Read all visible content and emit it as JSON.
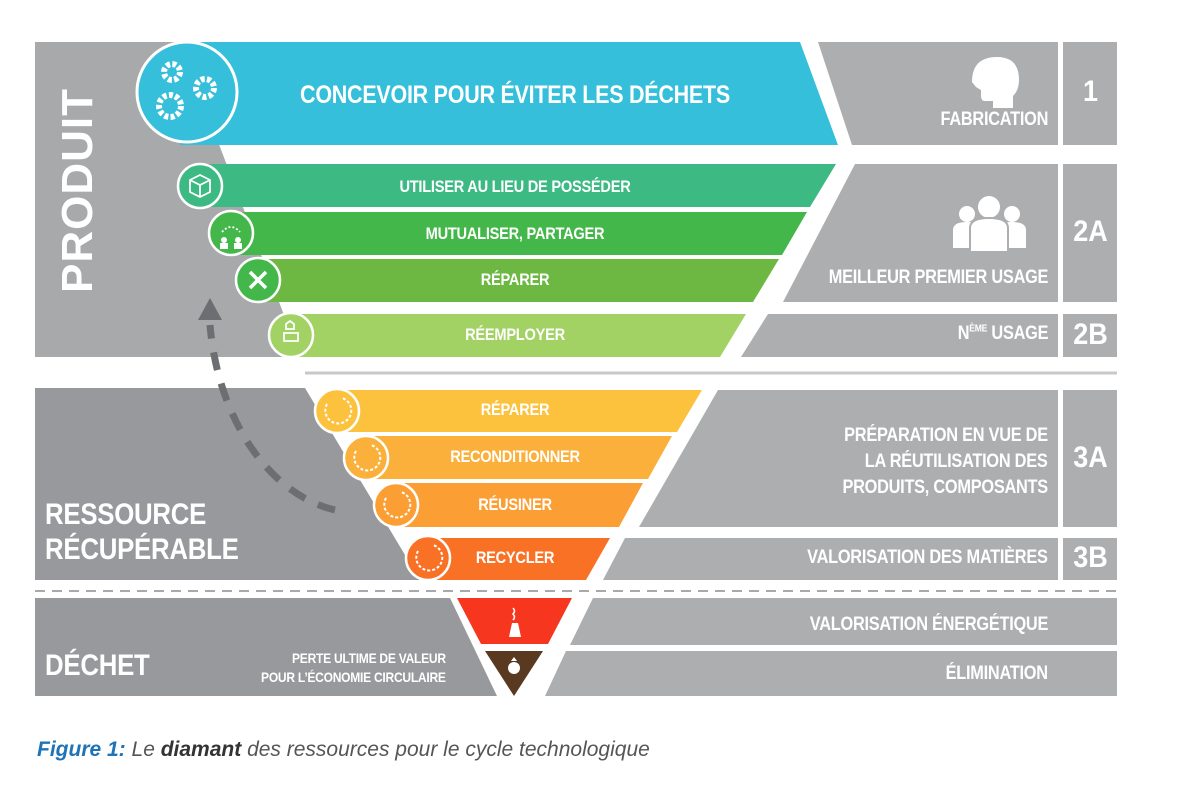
{
  "sections": {
    "produit": "PRODUIT",
    "ressource_line1": "RESSOURCE",
    "ressource_line2": "RÉCUPÉRABLE",
    "dechet": "DÉCHET",
    "perte_line1": "PERTE ULTIME DE VALEUR",
    "perte_line2": "POUR L’ÉCONOMIE CIRCULAIRE"
  },
  "levels": {
    "concevoir": {
      "label": "CONCEVOIR POUR ÉVITER LES DÉCHETS",
      "color": "#36bfdb",
      "icon": "gears-icon"
    },
    "green": [
      {
        "label": "UTILISER AU LIEU DE POSSÉDER",
        "color": "#3dba84",
        "icon": "box-icon"
      },
      {
        "label": "MUTUALISER, PARTAGER",
        "color": "#44b74a",
        "icon": "sharing-icon"
      },
      {
        "label": "RÉPARER",
        "color": "#6db843",
        "icon": "tools-icon"
      },
      {
        "label": "RÉEMPLOYER",
        "color": "#a2d164",
        "icon": "reuse-box-icon"
      }
    ],
    "orange": [
      {
        "label": "RÉPARER",
        "color": "#fcc23e",
        "icon": "repair-cycle-icon"
      },
      {
        "label": "RECONDITIONNER",
        "color": "#fbb03b",
        "icon": "recondition-cycle-icon"
      },
      {
        "label": "RÉUSINER",
        "color": "#fb9f35",
        "icon": "remanufacture-cycle-icon"
      },
      {
        "label": "RECYCLER",
        "color": "#f97125",
        "icon": "recycle-cycle-icon"
      }
    ],
    "energy": {
      "color": "#f6361e",
      "icon": "power-plant-icon"
    },
    "disposal": {
      "color": "#5a3921",
      "icon": "trash-bag-icon"
    }
  },
  "categories": [
    {
      "label": "FABRICATION",
      "number": "1",
      "icon": "brain-head-icon"
    },
    {
      "label": "MEILLEUR PREMIER USAGE",
      "number": "2A",
      "icon": "people-icon"
    },
    {
      "label_prefix": "N",
      "label_sup": "ÈME",
      "label_suffix": " USAGE",
      "number": "2B"
    },
    {
      "label_lines": [
        "PRÉPARATION EN VUE DE",
        "LA RÉUTILISATION DES",
        "PRODUITS, COMPOSANTS"
      ],
      "number": "3A"
    },
    {
      "label": "VALORISATION DES MATIÈRES",
      "number": "3B"
    },
    {
      "label": "VALORISATION ÉNERGÉTIQUE"
    },
    {
      "label": "ÉLIMINATION"
    }
  ],
  "caption": {
    "figure": "Figure 1:",
    "pre": " Le ",
    "bold": "diamant",
    "post": " des ressources pour le cycle technologique"
  }
}
